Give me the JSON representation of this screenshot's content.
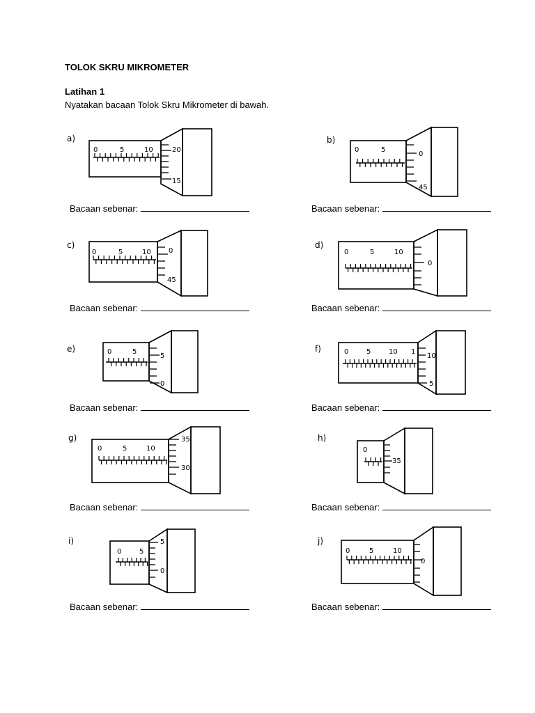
{
  "title": "TOLOK SKRU MIKROMETER",
  "subtitle": "Latihan 1",
  "instruction": "Nyatakan bacaan Tolok Skru Mikrometer di bawah.",
  "answer_label": "Bacaan sebenar:",
  "figures": [
    {
      "label": "a)",
      "sleeve_numbers": [
        "0",
        "5",
        "10"
      ],
      "thimble_numbers": [
        "20",
        "15"
      ]
    },
    {
      "label": "b)",
      "sleeve_numbers": [
        "0",
        "5"
      ],
      "thimble_numbers": [
        "0",
        "45"
      ]
    },
    {
      "label": "c)",
      "sleeve_numbers": [
        "0",
        "5",
        "10"
      ],
      "thimble_numbers": [
        "0",
        "45"
      ]
    },
    {
      "label": "d)",
      "sleeve_numbers": [
        "0",
        "5",
        "10"
      ],
      "thimble_numbers": [
        "0"
      ]
    },
    {
      "label": "e)",
      "sleeve_numbers": [
        "0",
        "5"
      ],
      "thimble_numbers": [
        "5",
        "0"
      ]
    },
    {
      "label": "f)",
      "sleeve_numbers": [
        "0",
        "5",
        "10",
        "1"
      ],
      "thimble_numbers": [
        "10",
        "5"
      ]
    },
    {
      "label": "g)",
      "sleeve_numbers": [
        "0",
        "5",
        "10"
      ],
      "thimble_numbers": [
        "35",
        "30"
      ]
    },
    {
      "label": "h)",
      "sleeve_numbers": [
        "0"
      ],
      "thimble_numbers": [
        "35"
      ]
    },
    {
      "label": "i)",
      "sleeve_numbers": [
        "0",
        "5"
      ],
      "thimble_numbers": [
        "5",
        "0"
      ]
    },
    {
      "label": "j)",
      "sleeve_numbers": [
        "0",
        "5",
        "10"
      ],
      "thimble_numbers": [
        "0"
      ]
    }
  ]
}
